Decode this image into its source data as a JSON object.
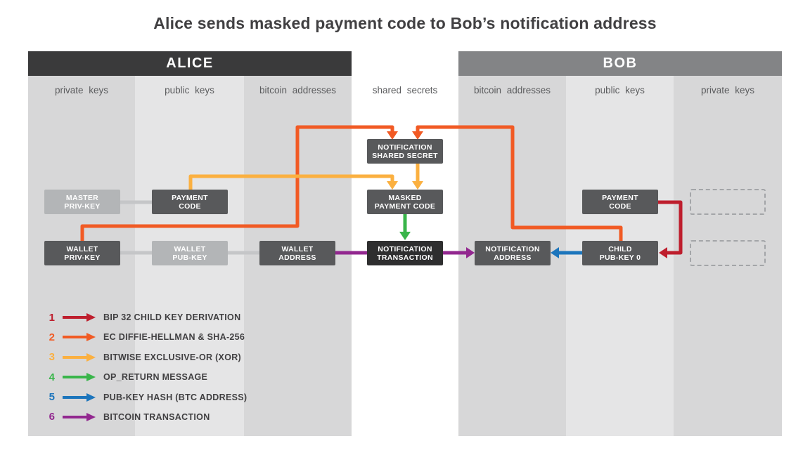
{
  "title": "Alice sends masked payment code to Bob’s notification address",
  "sections": {
    "alice": {
      "header": "ALICE"
    },
    "bob": {
      "header": "BOB"
    }
  },
  "columns": [
    {
      "label": "private keys"
    },
    {
      "label": "public keys"
    },
    {
      "label": "bitcoin addresses"
    },
    {
      "label": "shared secrets"
    },
    {
      "label": "bitcoin addresses"
    },
    {
      "label": "public keys"
    },
    {
      "label": "private keys"
    }
  ],
  "boxes": {
    "master_priv_key": "MASTER\nPRIV-KEY",
    "alice_payment_code": "PAYMENT\nCODE",
    "wallet_priv_key": "WALLET\nPRIV-KEY",
    "wallet_pub_key": "WALLET\nPUB-KEY",
    "wallet_address": "WALLET\nADDRESS",
    "notification_shared_secret": "NOTIFICATION\nSHARED SECRET",
    "masked_payment_code": "MASKED\nPAYMENT CODE",
    "notification_transaction": "NOTIFICATION\nTRANSACTION",
    "notification_address": "NOTIFICATION\nADDRESS",
    "bob_payment_code": "PAYMENT\nCODE",
    "child_pub_key_0": "CHILD\nPUB-KEY 0"
  },
  "legend": [
    {
      "num": "1",
      "label": "BIP 32 CHILD KEY DERIVATION",
      "color": "#be1e2d"
    },
    {
      "num": "2",
      "label": "EC DIFFIE-HELLMAN & SHA-256",
      "color": "#f15a24"
    },
    {
      "num": "3",
      "label": "BITWISE EXCLUSIVE-OR (XOR)",
      "color": "#fbb040"
    },
    {
      "num": "4",
      "label": "OP_RETURN MESSAGE",
      "color": "#39b54a"
    },
    {
      "num": "5",
      "label": "PUB-KEY HASH (BTC ADDRESS)",
      "color": "#1c75bc"
    },
    {
      "num": "6",
      "label": "BITCOIN TRANSACTION",
      "color": "#92278f"
    }
  ],
  "colors": {
    "red": "#be1e2d",
    "orange": "#f15a24",
    "amber": "#fbb040",
    "green": "#39b54a",
    "blue": "#1c75bc",
    "purple": "#92278f",
    "connector": "#c5c6c8",
    "box_dark": "#58595b",
    "box_light": "#b3b5b7",
    "box_darkest": "#2e2e2f",
    "alice_header": "#3a3a3b",
    "bob_header": "#838486",
    "band_dark": "#d7d7d8",
    "band_light": "#e5e5e6",
    "dashed_border": "#a3a5a8"
  }
}
